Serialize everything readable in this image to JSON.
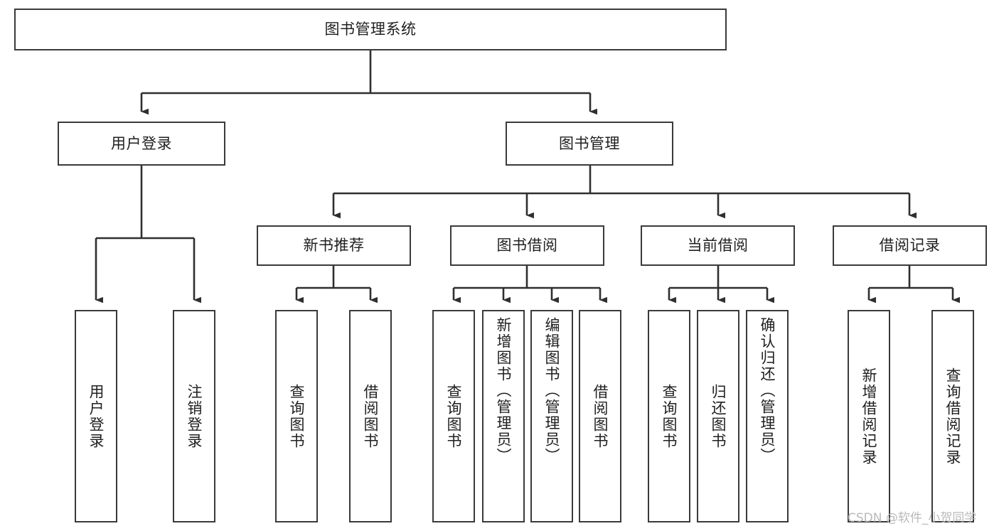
{
  "diagram": {
    "type": "tree-hierarchy-chart",
    "title": "图书管理系统",
    "watermark": "CSDN @软件_小贺同学",
    "colors": {
      "box_border": "#3a3a3a",
      "box_fill": "#ffffff",
      "connector": "#2f2f2f",
      "text": "#1f1f1f",
      "watermark": "#b9b9b9",
      "background": "#ffffff"
    },
    "nodes": {
      "root": {
        "label": "图书管理系统"
      },
      "level2": [
        {
          "id": "user-login",
          "label": "用户登录"
        },
        {
          "id": "book-manage",
          "label": "图书管理"
        }
      ],
      "level3": [
        {
          "id": "new-book-recommend",
          "label": "新书推荐"
        },
        {
          "id": "book-borrow",
          "label": "图书借阅"
        },
        {
          "id": "current-borrow",
          "label": "当前借阅"
        },
        {
          "id": "borrow-record",
          "label": "借阅记录"
        }
      ],
      "leaves": {
        "user_login": [
          {
            "id": "leaf-user-login",
            "label": "用户登录"
          },
          {
            "id": "leaf-logout-login",
            "label": "注销登录"
          }
        ],
        "new_book_recommend": [
          {
            "id": "leaf-query-book-1",
            "label": "查询图书"
          },
          {
            "id": "leaf-borrow-book-1",
            "label": "借阅图书"
          }
        ],
        "book_borrow": [
          {
            "id": "leaf-query-book-2",
            "label": "查询图书"
          },
          {
            "id": "leaf-add-book",
            "label": "新增图书（管理员）"
          },
          {
            "id": "leaf-edit-book",
            "label": "编辑图书（管理员）"
          },
          {
            "id": "leaf-borrow-book-2",
            "label": "借阅图书"
          }
        ],
        "current_borrow": [
          {
            "id": "leaf-query-book-3",
            "label": "查询图书"
          },
          {
            "id": "leaf-return-book",
            "label": "归还图书"
          },
          {
            "id": "leaf-confirm-return",
            "label": "确认归还（管理员）"
          }
        ],
        "borrow_record": [
          {
            "id": "leaf-add-record",
            "label": "新增借阅记录"
          },
          {
            "id": "leaf-query-record",
            "label": "查询借阅记录"
          }
        ]
      }
    }
  }
}
